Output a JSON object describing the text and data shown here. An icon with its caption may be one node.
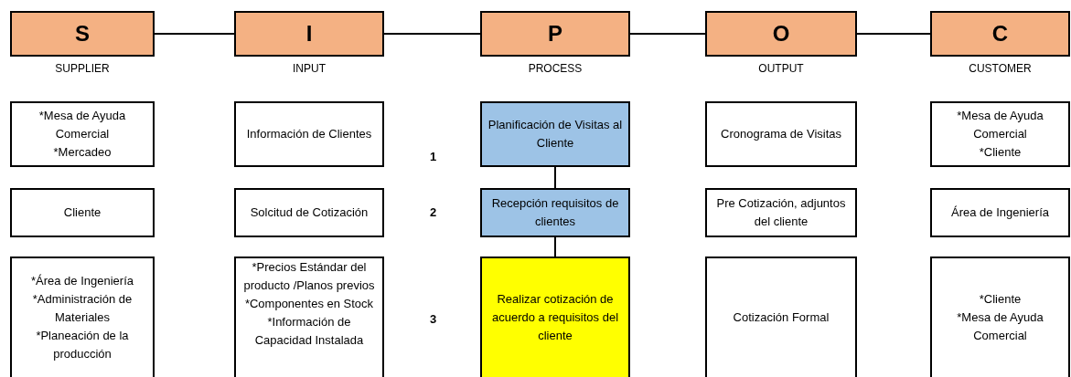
{
  "diagram": {
    "nodes": [
      {
        "text": [
          "S"
        ],
        "beside": [
          "SUPPLIER"
        ]
      },
      {
        "text": [
          "I"
        ],
        "beside": [
          "INPUT"
        ]
      },
      {
        "text": [
          "P"
        ],
        "beside": [
          "PROCESS"
        ]
      },
      {
        "text": [
          "O"
        ],
        "beside": [
          "OUTPUT"
        ]
      },
      {
        "text": [
          "C"
        ],
        "beside": [
          "CUSTOMER"
        ]
      },
      {
        "text": [
          "*Mesa de Ayuda Comercial",
          "*Mercadeo"
        ]
      },
      {
        "text": [
          "Información de Clientes"
        ]
      },
      {
        "text": [
          "Planificación de Visitas al Cliente"
        ]
      },
      {
        "text": [
          "Cronograma de Visitas"
        ]
      },
      {
        "text": [
          "*Mesa de Ayuda Comercial",
          "*Cliente"
        ]
      },
      {
        "text": [
          "Cliente"
        ]
      },
      {
        "text": [
          "Solcitud  de Cotización"
        ]
      },
      {
        "text": [
          "Recepción requisitos de clientes"
        ]
      },
      {
        "text": [
          "Pre Cotización, adjuntos del cliente"
        ]
      },
      {
        "text": [
          "Área de Ingeniería"
        ]
      },
      {
        "text": [
          "*Área de Ingeniería",
          "*Administración de Materiales",
          "*Planeación de la producción"
        ]
      },
      {
        "text": [
          "*Precios Estándar del producto /Planos previos",
          "*Componentes en Stock",
          "*Información de Capacidad Instalada"
        ]
      },
      {
        "text": [
          "Realizar cotización de acuerdo a requisitos del cliente"
        ]
      },
      {
        "text": [
          "Cotización Formal"
        ]
      },
      {
        "text": [
          "*Cliente",
          "*Mesa de Ayuda Comercial"
        ]
      }
    ],
    "edges": [
      {
        "from": 0,
        "to": 1,
        "arrow": "none"
      },
      {
        "from": 1,
        "to": 2,
        "arrow": "none"
      },
      {
        "from": 2,
        "to": 3,
        "arrow": "none"
      },
      {
        "from": 3,
        "to": 4,
        "arrow": "none"
      },
      {
        "from": 7,
        "to": 12,
        "arrow": "none"
      },
      {
        "from": 12,
        "to": 17,
        "arrow": "none"
      }
    ],
    "labels": [
      "1",
      "2",
      "3"
    ]
  }
}
